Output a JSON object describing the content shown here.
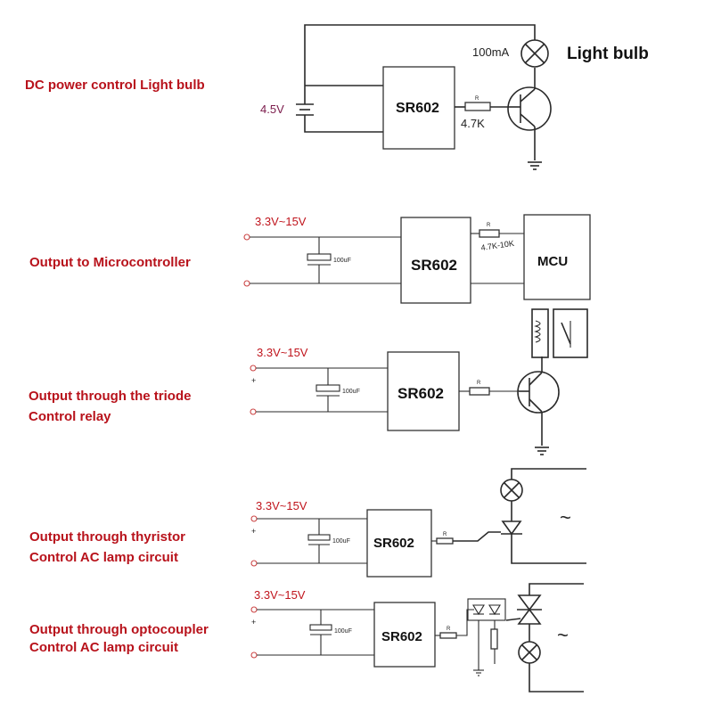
{
  "captions": {
    "c1": "DC power control Light bulb",
    "c2": "Output to Microcontroller",
    "c3a": "Output through the triode",
    "c3b": "Control relay",
    "c4a": "Output through thyristor",
    "c4b": "Control AC lamp circuit",
    "c5a": "Output through optocoupler",
    "c5b": "Control AC lamp circuit"
  },
  "circuit1": {
    "voltage": "4.5V",
    "chip": "SR602",
    "current": "100mA",
    "bulb_label": "Light bulb",
    "resistor_tag": "R",
    "resistor_value": "4.7K"
  },
  "circuit2": {
    "voltage": "3.3V~15V",
    "cap": "100uF",
    "chip": "SR602",
    "resistor_tag": "R",
    "resistor_value": "4.7K-10K",
    "mcu": "MCU"
  },
  "circuit3": {
    "voltage": "3.3V~15V",
    "cap": "100uF",
    "chip": "SR602",
    "resistor_tag": "R"
  },
  "circuit4": {
    "voltage": "3.3V~15V",
    "cap": "100uF",
    "chip": "SR602",
    "resistor_tag": "R",
    "ac_symbol": "~"
  },
  "circuit5": {
    "voltage": "3.3V~15V",
    "cap": "100uF",
    "chip": "SR602",
    "resistor_tag": "R",
    "ac_symbol": "~"
  }
}
